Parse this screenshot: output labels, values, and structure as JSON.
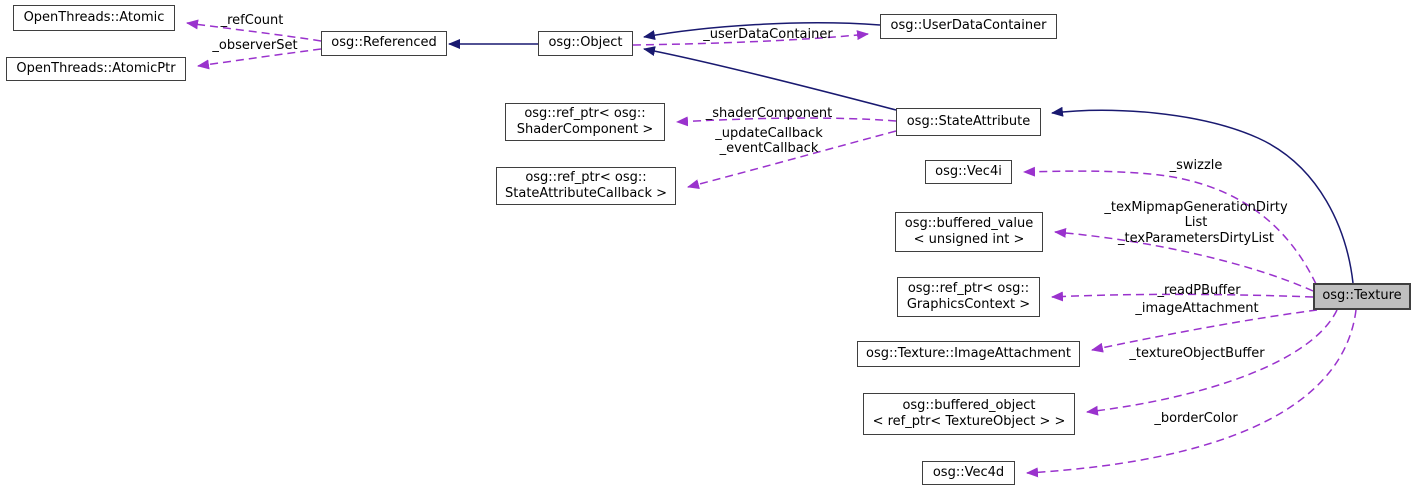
{
  "diagram_type": "collaboration-graph",
  "colors": {
    "inheritance": "#191970",
    "usage": "#9a32cd",
    "box-border": "#3f3f3f",
    "box-fill": "#ffffff",
    "highlight-fill": "#bfbfbf",
    "background": "#ffffff"
  },
  "nodes": [
    {
      "label": "OpenThreads::Atomic"
    },
    {
      "label": "OpenThreads::AtomicPtr"
    },
    {
      "label": "osg::Referenced"
    },
    {
      "label": "osg::Object"
    },
    {
      "label": "osg::UserDataContainer"
    },
    {
      "label": "osg::ref_ptr< osg::\nShaderComponent >"
    },
    {
      "label": "osg::ref_ptr< osg::\nStateAttributeCallback >"
    },
    {
      "label": "osg::StateAttribute"
    },
    {
      "label": "osg::Vec4i"
    },
    {
      "label": "osg::buffered_value\n< unsigned int >"
    },
    {
      "label": "osg::ref_ptr< osg::\nGraphicsContext >"
    },
    {
      "label": "osg::Texture::ImageAttachment"
    },
    {
      "label": "osg::buffered_object\n< ref_ptr< TextureObject > >"
    },
    {
      "label": "osg::Vec4d"
    },
    {
      "label": "osg::Texture",
      "highlighted": true
    }
  ],
  "edges": [
    {
      "type": "inheritance",
      "from": "osg::Object",
      "to": "osg::Referenced"
    },
    {
      "type": "inheritance",
      "from": "osg::UserDataContainer",
      "to": "osg::Object"
    },
    {
      "type": "inheritance",
      "from": "osg::StateAttribute",
      "to": "osg::Object"
    },
    {
      "type": "inheritance",
      "from": "osg::Texture",
      "to": "osg::StateAttribute"
    },
    {
      "type": "usage",
      "from": "osg::Referenced",
      "to": "OpenThreads::Atomic",
      "label": "_refCount"
    },
    {
      "type": "usage",
      "from": "osg::Referenced",
      "to": "OpenThreads::AtomicPtr",
      "label": "_observerSet"
    },
    {
      "type": "usage",
      "from": "osg::Object",
      "to": "osg::UserDataContainer",
      "label": "_userDataContainer"
    },
    {
      "type": "usage",
      "from": "osg::StateAttribute",
      "to": "osg::ref_ptr< osg::ShaderComponent >",
      "label": "_shaderComponent"
    },
    {
      "type": "usage",
      "from": "osg::StateAttribute",
      "to": "osg::ref_ptr< osg::StateAttributeCallback >",
      "label": "_updateCallback\n_eventCallback"
    },
    {
      "type": "usage",
      "from": "osg::Texture",
      "to": "osg::Vec4i",
      "label": "_swizzle"
    },
    {
      "type": "usage",
      "from": "osg::Texture",
      "to": "osg::buffered_value< unsigned int >",
      "label": "_texMipmapGenerationDirty\nList\n_texParametersDirtyList"
    },
    {
      "type": "usage",
      "from": "osg::Texture",
      "to": "osg::ref_ptr< osg::GraphicsContext >",
      "label": "_readPBuffer"
    },
    {
      "type": "usage",
      "from": "osg::Texture",
      "to": "osg::Texture::ImageAttachment",
      "label": "_imageAttachment"
    },
    {
      "type": "usage",
      "from": "osg::Texture",
      "to": "osg::buffered_object< ref_ptr< TextureObject > >",
      "label": "_textureObjectBuffer"
    },
    {
      "type": "usage",
      "from": "osg::Texture",
      "to": "osg::Vec4d",
      "label": "_borderColor"
    }
  ]
}
